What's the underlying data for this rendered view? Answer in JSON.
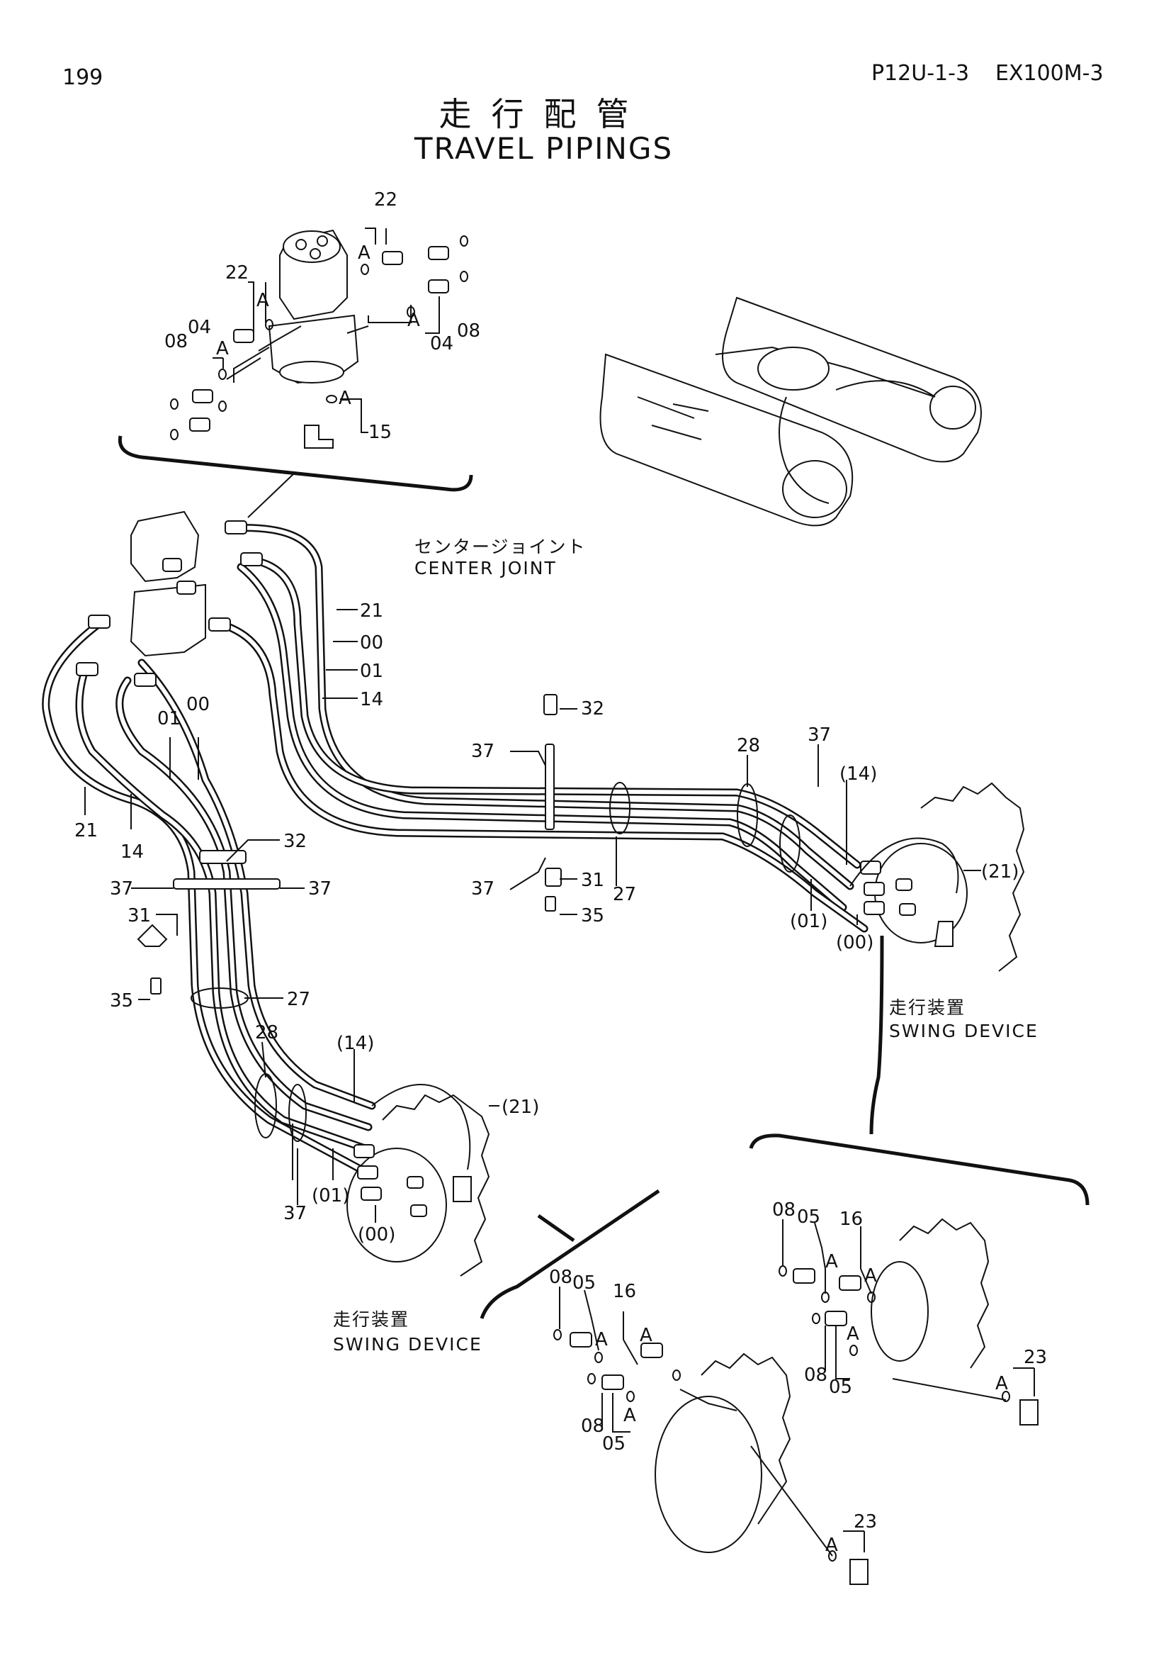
{
  "header": {
    "page_number": "199",
    "doc_code": "P12U-1-3",
    "model": "EX100M-3",
    "title_ja": "走行配管",
    "title_en": "TRAVEL PIPINGS"
  },
  "labels": {
    "center_joint_ja": "センタージョイント",
    "center_joint_en": "CENTER JOINT",
    "swing_device_ja": "走行装置",
    "swing_device_en": "SWING DEVICE"
  },
  "callouts": {
    "detail_top": [
      "22",
      "A",
      "22",
      "A",
      "08",
      "04",
      "A",
      "A",
      "04",
      "08",
      "A",
      "15"
    ],
    "main_top": [
      "21",
      "00",
      "01",
      "14",
      "01",
      "00",
      "21",
      "14"
    ],
    "main_clamp_right": [
      "32",
      "37",
      "37",
      "31",
      "35",
      "27",
      "28",
      "37",
      "(14)",
      "(21)",
      "(01)",
      "(00)"
    ],
    "main_clamp_left": [
      "32",
      "37",
      "37",
      "31",
      "35",
      "27",
      "28",
      "(14)",
      "(21)",
      "(01)",
      "37",
      "(00)"
    ],
    "detail_bottom_left": [
      "08",
      "05",
      "16",
      "A",
      "A",
      "A",
      "08",
      "05",
      "23",
      "A"
    ],
    "detail_bottom_right": [
      "08",
      "05",
      "16",
      "A",
      "A",
      "A",
      "08",
      "05",
      "23",
      "A"
    ]
  }
}
